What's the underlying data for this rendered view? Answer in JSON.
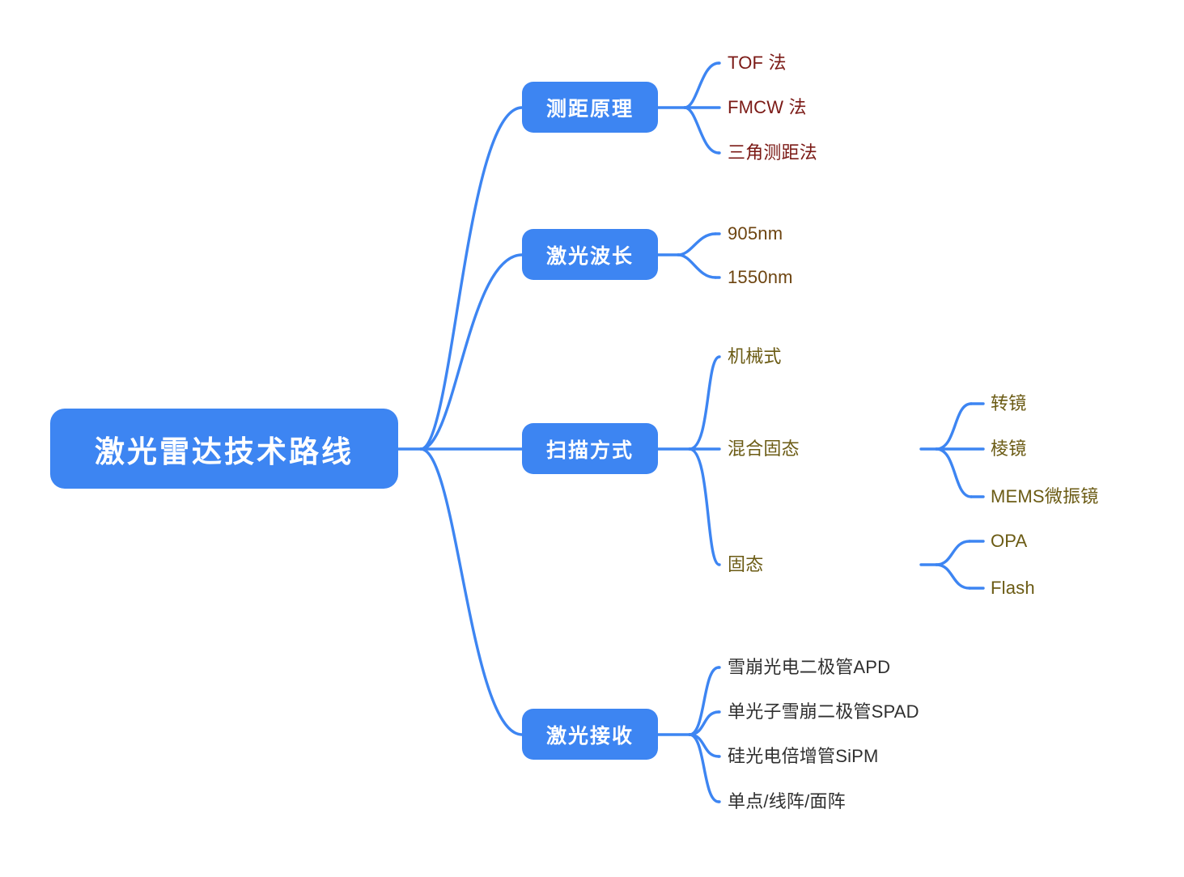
{
  "mindmap": {
    "root": {
      "label": "激光雷达技术路线"
    },
    "colors": {
      "node_fill": "#3d85f2",
      "node_text": "#ffffff",
      "edge": "#3d85f2",
      "background": "#ffffff",
      "leaf_red": "#7b1a16",
      "leaf_brown": "#6d4410",
      "leaf_olive": "#6b5b14",
      "leaf_dark": "#2f2f2f"
    },
    "branches": [
      {
        "label": "测距原理",
        "leaf_color": "#7b1a16",
        "leaves": [
          {
            "label": "TOF 法"
          },
          {
            "label": "FMCW 法"
          },
          {
            "label": "三角测距法"
          }
        ]
      },
      {
        "label": "激光波长",
        "leaf_color": "#6d4410",
        "leaves": [
          {
            "label": "905nm"
          },
          {
            "label": "1550nm"
          }
        ]
      },
      {
        "label": "扫描方式",
        "leaf_color": "#6b5b14",
        "leaves": [
          {
            "label": "机械式",
            "children": []
          },
          {
            "label": "混合固态",
            "children": [
              {
                "label": "转镜"
              },
              {
                "label": "棱镜"
              },
              {
                "label": "MEMS微振镜"
              }
            ]
          },
          {
            "label": "固态",
            "children": [
              {
                "label": "OPA"
              },
              {
                "label": "Flash"
              }
            ]
          }
        ]
      },
      {
        "label": "激光接收",
        "leaf_color": "#2f2f2f",
        "leaves": [
          {
            "label": "雪崩光电二极管APD"
          },
          {
            "label": "单光子雪崩二极管SPAD"
          },
          {
            "label": "硅光电倍增管SiPM"
          },
          {
            "label": "单点/线阵/面阵"
          }
        ]
      }
    ]
  }
}
